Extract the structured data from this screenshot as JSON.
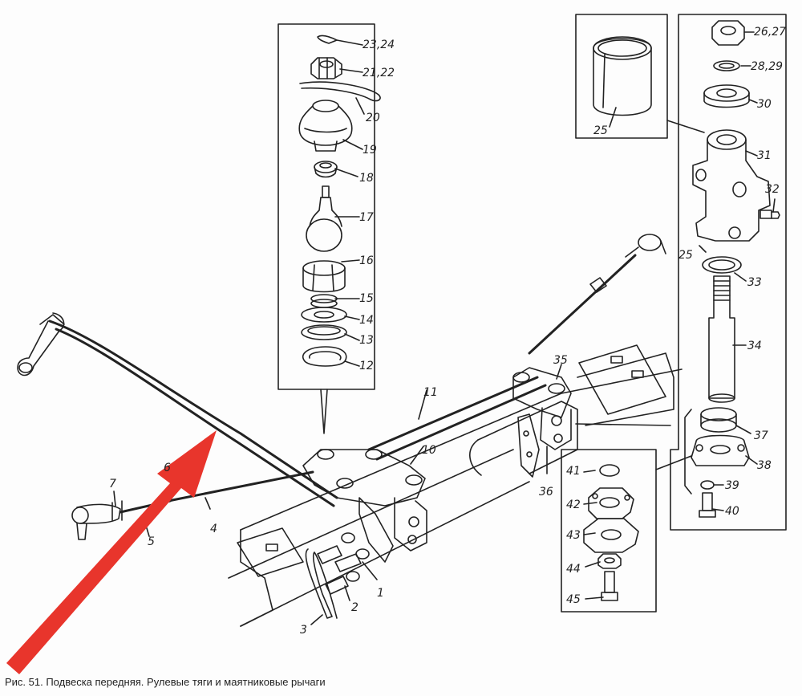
{
  "caption": "Рис. 51. Подвеска передняя. Рулевые тяги и маятниковые рычаги",
  "arrow_color": "#e8352c",
  "line_color": "#222222",
  "labels": {
    "l1": "1",
    "l2": "2",
    "l3": "3",
    "l4": "4",
    "l5": "5",
    "l6": "6",
    "l7": "7",
    "l10": "10",
    "l11": "11",
    "l12": "12",
    "l13": "13",
    "l14": "14",
    "l15": "15",
    "l16": "16",
    "l17": "17",
    "l18": "18",
    "l19": "19",
    "l20": "20",
    "l2122": "21,22",
    "l2324": "23,24",
    "l25a": "25",
    "l25b": "25",
    "l2627": "26,27",
    "l2829": "28,29",
    "l30": "30",
    "l31": "31",
    "l32": "32",
    "l33": "33",
    "l34": "34",
    "l35": "35",
    "l36": "36",
    "l37": "37",
    "l38": "38",
    "l39": "39",
    "l40": "40",
    "l41": "41",
    "l42": "42",
    "l43": "43",
    "l44": "44",
    "l45": "45"
  }
}
